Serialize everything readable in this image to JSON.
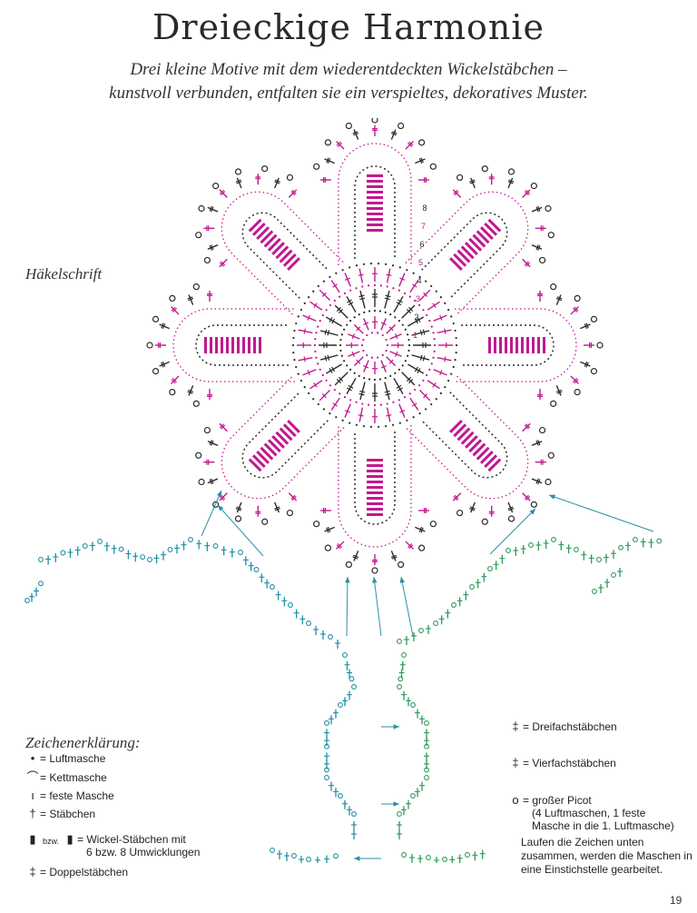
{
  "header": {
    "title": "Dreieckige Harmonie",
    "subtitle_line1": "Drei kleine Motive mit dem wiederentdeckten Wickelstäbchen –",
    "subtitle_line2": "kunstvoll verbunden, entfalten sie ein verspieltes, dekoratives Muster."
  },
  "diagram": {
    "label": "Häkelschrift",
    "round_numbers": [
      "1",
      "2",
      "3",
      "4",
      "5",
      "6",
      "7",
      "8"
    ],
    "colors": {
      "motif_black": "#2b2b2b",
      "motif_magenta": "#c2188e",
      "connector_teal": "#1e8fa3",
      "connector_green": "#2e9a5a",
      "arrow_teal": "#2a8fa8"
    }
  },
  "legend": {
    "title": "Zeichenerklärung:",
    "left_items": [
      {
        "icon": "dot-icon",
        "symbol": "•",
        "label": "= Luftmasche"
      },
      {
        "icon": "arc-icon",
        "symbol": "⌒",
        "label": "= Kettmasche"
      },
      {
        "icon": "tick-icon",
        "symbol": "ı",
        "label": "= feste Masche"
      },
      {
        "icon": "dagger-icon",
        "symbol": "†",
        "label": "= Stäbchen"
      },
      {
        "icon": "wrapped-stitch-icon",
        "symbol": "▮",
        "label_line1": "= Wickel-Stäbchen mit",
        "label_line2": "6 bzw. 8 Umwicklungen",
        "connector": "bzw."
      },
      {
        "icon": "double-dagger-icon",
        "symbol": "‡",
        "label": "= Doppelstäbchen"
      }
    ],
    "right_items": [
      {
        "icon": "treble-icon",
        "symbol": "‡",
        "label": "= Dreifachstäbchen"
      },
      {
        "icon": "quadruple-icon",
        "symbol": "‡",
        "label": "= Vierfachstäbchen"
      },
      {
        "icon": "picot-icon",
        "symbol": "o",
        "label_line1": "= großer Picot",
        "label_line2": "(4 Luftmaschen, 1 feste",
        "label_line3": "Masche in die 1. Luftmasche)"
      }
    ],
    "note": "Laufen die Zeichen unten zusammen, werden die Maschen in eine Einstichstelle gearbeitet."
  },
  "page_number": "19"
}
